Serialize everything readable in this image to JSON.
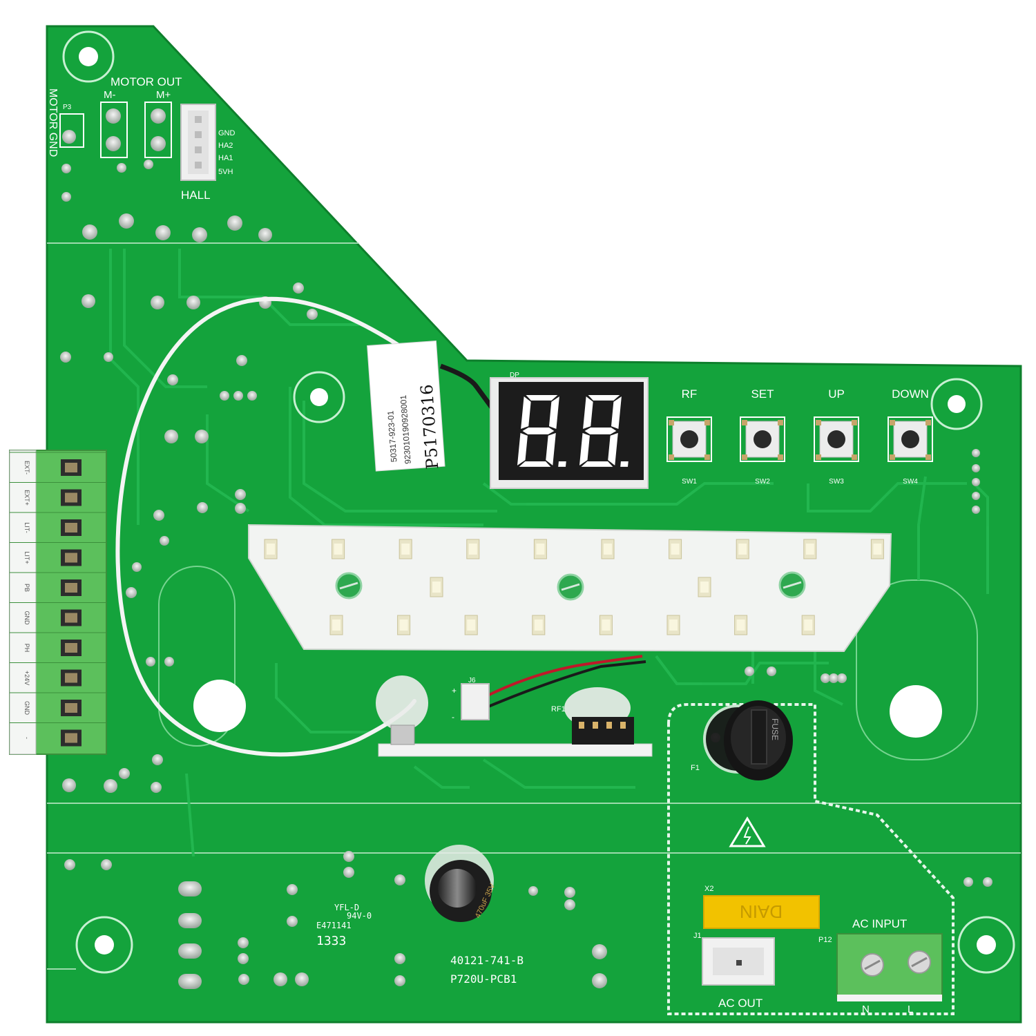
{
  "motor": {
    "motor_out": "MOTOR OUT",
    "m_minus": "M-",
    "m_plus": "M+",
    "p3": "P3",
    "motor_gnd": "MOTOR GND"
  },
  "hall": {
    "title": "HALL",
    "pins": [
      "GND",
      "HA2",
      "HA1",
      "5VH"
    ]
  },
  "sticker": {
    "line1": "50317-923-01",
    "line2": "923010190928001",
    "handwritten": "P5170316"
  },
  "display": {
    "label": "DP",
    "digits": "8.8."
  },
  "buttons": [
    {
      "top": "RF",
      "bottom": "SW1"
    },
    {
      "top": "SET",
      "bottom": "SW2"
    },
    {
      "top": "UP",
      "bottom": "SW3"
    },
    {
      "top": "DOWN",
      "bottom": "SW4"
    }
  ],
  "terminal_block": {
    "labels": [
      "EXT-",
      "EXT+",
      "LIT-",
      "LIT+",
      "PB",
      "GND",
      "PH",
      "+24V",
      "GND",
      "-"
    ]
  },
  "connectors": {
    "j6": "J6",
    "j6_plus": "+",
    "j6_minus": "-",
    "rf1": "RF1",
    "f1": "F1",
    "x2": "X2",
    "j1": "J1",
    "p12": "P12"
  },
  "fuse_holder_text": "FUSE",
  "capacitor_x2_text": "DAIN",
  "electrolytic_cap_text": "470uF 35V",
  "ac_input": {
    "title": "AC INPUT",
    "n": "N",
    "l": "L"
  },
  "ac_out": {
    "title": "AC OUT"
  },
  "ul_mark": {
    "line1": "YFL-D",
    "line2": "94V-0",
    "line3": "E471141",
    "line4": "1333"
  },
  "board_ids": {
    "line1": "40121-741-B",
    "line2": "P720U-PCB1"
  },
  "colors": {
    "pcb": "#14a33c",
    "pcb_dark": "#0f8a31",
    "trace": "#1dbb4a",
    "silkscreen": "#ffffff",
    "terminal_green": "#5cc05c",
    "led_board": "#f2f4f2",
    "display": "#1c1c1c",
    "x2_cap": "#f2c200"
  }
}
